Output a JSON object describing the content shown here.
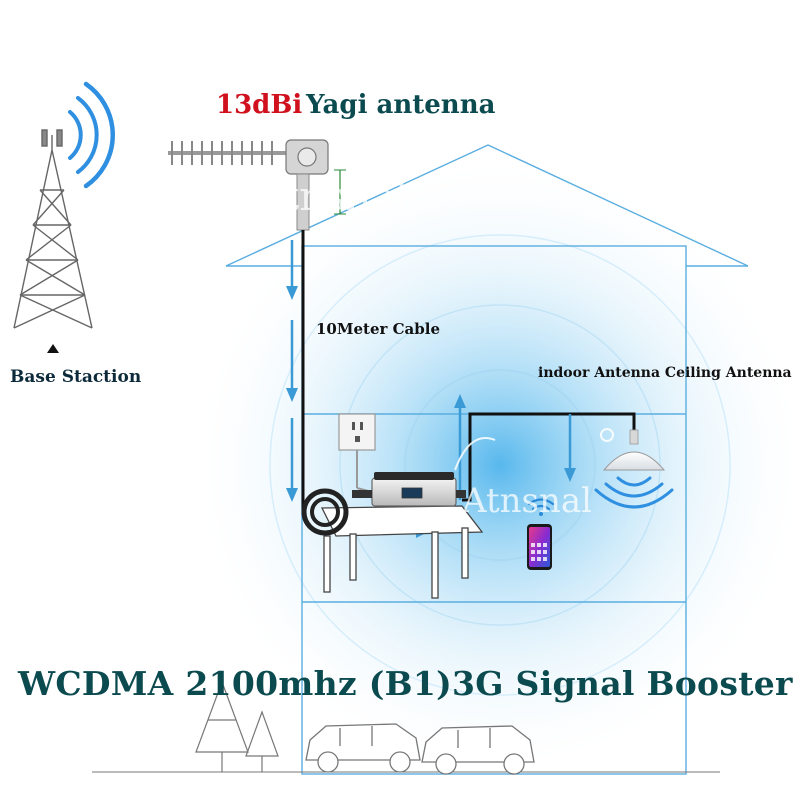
{
  "title": {
    "gain": "13dBi",
    "antenna": "Yagi antenna"
  },
  "labels": {
    "cable": "10Meter Cable",
    "indoor_antenna": "indoor Antenna Ceiling Antenna",
    "base_station": "Base Staction"
  },
  "headline": "WCDMA 2100mhz (B1)3G Signal Booster",
  "watermark": "Atnsnal",
  "colors": {
    "gain_red": "#d0101c",
    "title_teal": "#0b4a4f",
    "house_outline": "#5aaee0",
    "flow_arrow": "#3a9ad6",
    "signal_blue": "#2f8fe0",
    "cable_black": "#111111"
  },
  "icons": [
    "cell-tower-icon",
    "yagi-antenna-icon",
    "power-outlet-icon",
    "signal-booster-icon",
    "cable-coil-icon",
    "ceiling-antenna-icon",
    "smartphone-icon",
    "wifi-icon",
    "tree-icon",
    "car-icon"
  ]
}
